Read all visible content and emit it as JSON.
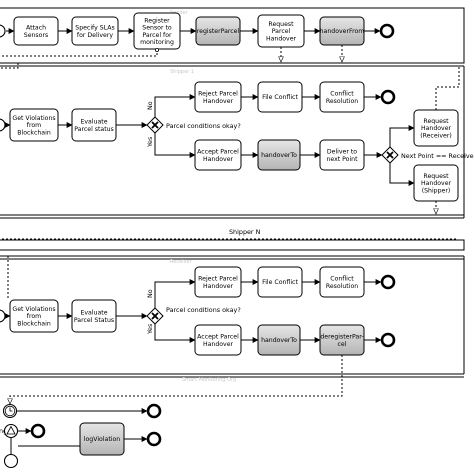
{
  "tasks": {
    "attach_sensors": "Attach\nSensors",
    "specify_slas": "Specify SLAs\nfor Delivery",
    "register_sensor": "Register\nSensor to\nParcel for\nmonitoring",
    "register_parcel": "registerParcel",
    "request_handover_1": "Request\nParcel\nHandover",
    "handover_from": "handoverFrom",
    "get_violations_1": "Get Violations\nfrom\nBlockchain",
    "evaluate_status_1": "Evaluate\nParcel status",
    "reject_handover_1": "Reject Parcel\nHandover",
    "file_conflict_1": "File Conflict",
    "conflict_resolution_1": "Conflict\nResolution",
    "accept_handover_1": "Accept Parcel\nHandover",
    "handover_to_1": "handoverTo",
    "deliver_next": "Deliver to\nnext Point",
    "request_receiver": "Request\nHandover\n(Receiver)",
    "request_shipper": "Request\nHandover\n(Shipper)",
    "get_violations_2": "Get Violations\nfrom\nBlockchain",
    "evaluate_status_2": "Evaluate\nParcel Status",
    "reject_handover_2": "Reject Parcel\nHandover",
    "file_conflict_2": "File Conflict",
    "conflict_resolution_2": "Conflict\nResolution",
    "accept_handover_2": "Accept Parcel\nHandover",
    "handover_to_2": "handoverTo",
    "deregister_parcel": "deregisterPar-\ncel",
    "log_violation": "logViolation"
  },
  "gateways": {
    "conditions_1": "Parcel conditions okay?",
    "conditions_2": "Parcel conditions okay?",
    "next_point": "Next Point == Receiver?"
  },
  "flow_labels": {
    "no": "No",
    "yes": "Yes"
  },
  "lanes": {
    "shipper_n": "Shipper N",
    "faint_1": "Sender",
    "faint_2": "Shipper 1",
    "faint_3": "Receiver",
    "faint_4": "Smart Monitoring Org"
  },
  "partial_text": {
    "left_event": "ng"
  },
  "colors": {
    "grey_task": "#bdbdbd",
    "line": "#000000",
    "faint_text": "#c8c8c8"
  }
}
